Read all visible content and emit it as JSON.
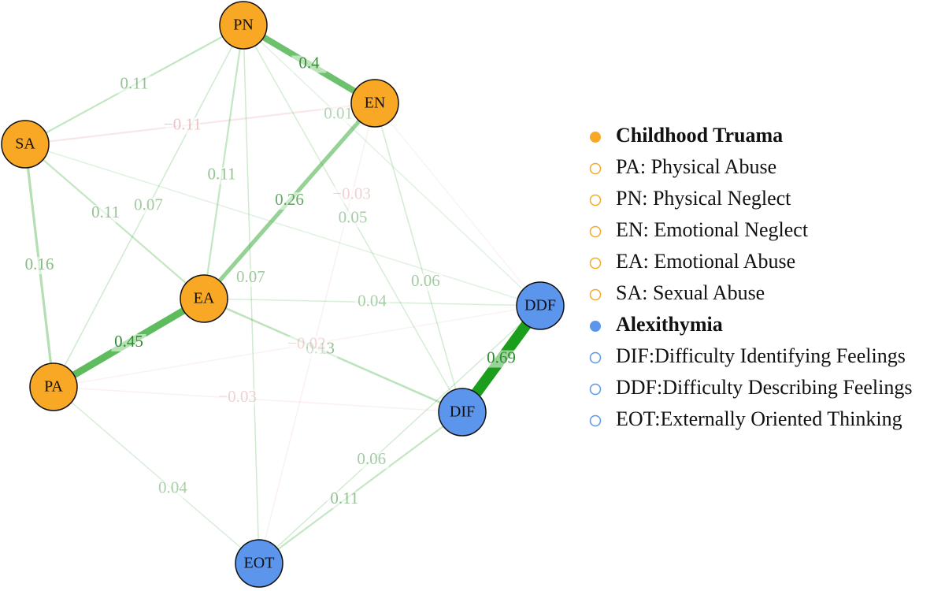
{
  "colors": {
    "trauma": "#F9A825",
    "alexithymia": "#5B95EC",
    "positive_edge": "#1B9E1B",
    "negative_edge": "#E8A3A3",
    "node_stroke": "#111111"
  },
  "nodes": [
    {
      "id": "PN",
      "label": "PN",
      "group": "trauma"
    },
    {
      "id": "EN",
      "label": "EN",
      "group": "trauma"
    },
    {
      "id": "SA",
      "label": "SA",
      "group": "trauma"
    },
    {
      "id": "EA",
      "label": "EA",
      "group": "trauma"
    },
    {
      "id": "PA",
      "label": "PA",
      "group": "trauma"
    },
    {
      "id": "DDF",
      "label": "DDF",
      "group": "alexithymia"
    },
    {
      "id": "DIF",
      "label": "DIF",
      "group": "alexithymia"
    },
    {
      "id": "EOT",
      "label": "EOT",
      "group": "alexithymia"
    }
  ],
  "edges": [
    {
      "from": "PN",
      "to": "EN",
      "weight": 0.4,
      "label": "0.4"
    },
    {
      "from": "PN",
      "to": "SA",
      "weight": 0.11,
      "label": "0.11"
    },
    {
      "from": "SA",
      "to": "EN",
      "weight": -0.11,
      "label": "−0.11"
    },
    {
      "from": "PN",
      "to": "EA",
      "weight": 0.11,
      "label": "0.11"
    },
    {
      "from": "PN",
      "to": "PA",
      "weight": 0.07,
      "label": "0.07"
    },
    {
      "from": "PN",
      "to": "EOT",
      "weight": 0.07,
      "label": "0.07"
    },
    {
      "from": "EN",
      "to": "EA",
      "weight": 0.26,
      "label": "0.26"
    },
    {
      "from": "EN",
      "to": "EOT",
      "weight": -0.03,
      "label": "−0.03"
    },
    {
      "from": "PN",
      "to": "DIF",
      "weight": 0.05,
      "label": "0.05"
    },
    {
      "from": "EN",
      "to": "DIF",
      "weight": 0.06,
      "label": "0.06"
    },
    {
      "from": "SA",
      "to": "EA",
      "weight": 0.11,
      "label": "0.11"
    },
    {
      "from": "SA",
      "to": "PA",
      "weight": 0.16,
      "label": "0.16"
    },
    {
      "from": "SA",
      "to": "DDF",
      "weight": 0.01,
      "label": ""
    },
    {
      "from": "PN",
      "to": "DDF",
      "weight": 0.01,
      "label": "0.01"
    },
    {
      "from": "EN",
      "to": "DDF",
      "weight": -0.01,
      "label": ""
    },
    {
      "from": "EA",
      "to": "PA",
      "weight": 0.45,
      "label": "0.45"
    },
    {
      "from": "EA",
      "to": "DDF",
      "weight": 0.04,
      "label": "0.04"
    },
    {
      "from": "EA",
      "to": "DIF",
      "weight": 0.13,
      "label": "0.13"
    },
    {
      "from": "PA",
      "to": "DDF",
      "weight": -0.02,
      "label": "−0.02"
    },
    {
      "from": "PA",
      "to": "DIF",
      "weight": -0.03,
      "label": "−0.03"
    },
    {
      "from": "PA",
      "to": "EOT",
      "weight": 0.04,
      "label": "0.04"
    },
    {
      "from": "DDF",
      "to": "DIF",
      "weight": 0.69,
      "label": "0.69"
    },
    {
      "from": "DIF",
      "to": "EOT",
      "weight": 0.11,
      "label": "0.11"
    },
    {
      "from": "DDF",
      "to": "EOT",
      "weight": 0.06,
      "label": "0.06"
    }
  ],
  "legend": {
    "groups": [
      {
        "title": "Childhood Truama",
        "group": "trauma",
        "items": [
          "PA: Physical Abuse",
          "PN: Physical Neglect",
          "EN: Emotional Neglect",
          "EA: Emotional Abuse",
          "SA: Sexual Abuse"
        ]
      },
      {
        "title": "Alexithymia",
        "group": "alexithymia",
        "items": [
          "DIF:Difficulty Identifying Feelings",
          "DDF:Difficulty Describing Feelings",
          "EOT:Externally Oriented Thinking"
        ]
      }
    ]
  }
}
